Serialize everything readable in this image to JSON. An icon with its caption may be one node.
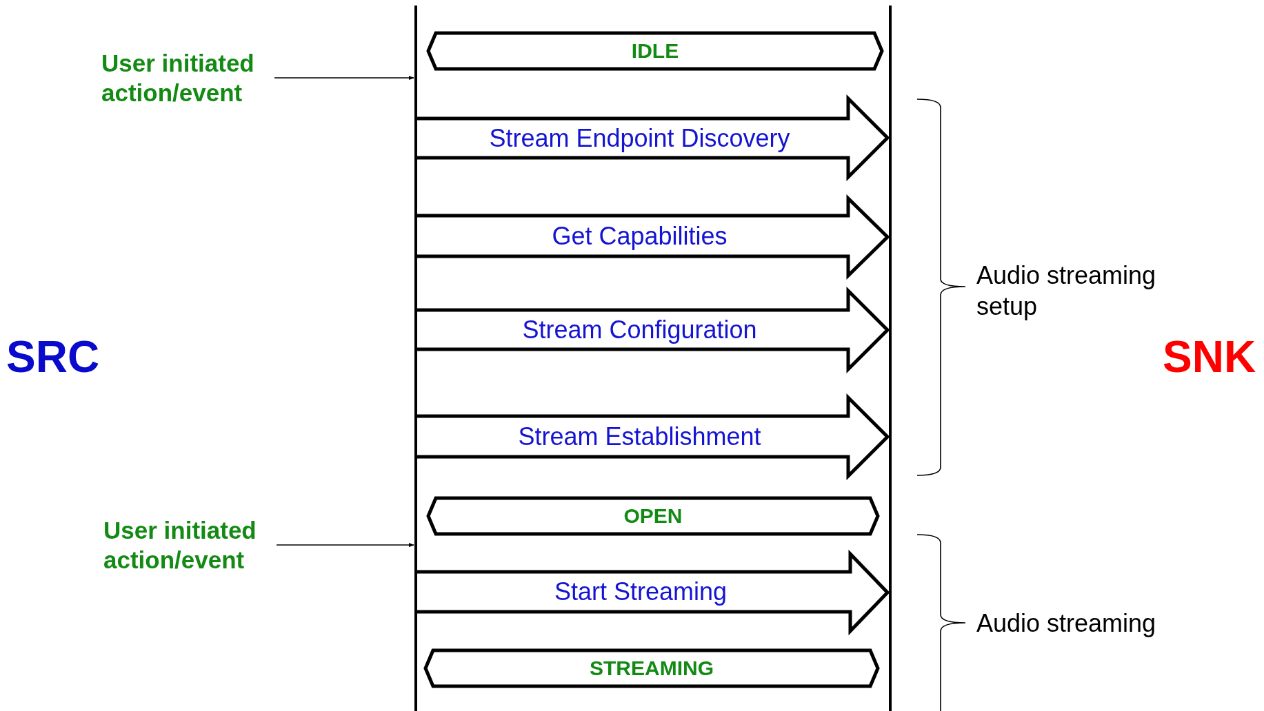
{
  "diagram": {
    "nodes": [
      {
        "text": [
          "User initiated action/event"
        ]
      },
      {
        "text": [],
        "shape": "bar"
      },
      {
        "text": [
          "IDLE"
        ]
      },
      {
        "text": [],
        "shape": "bar"
      },
      {
        "text": [
          "User initiated action/event"
        ]
      },
      {
        "text": [
          "OPEN"
        ]
      },
      {
        "text": [
          "STREAMING"
        ]
      }
    ],
    "edges": [
      {
        "from": 0,
        "to": 1,
        "arrow": "to"
      },
      {
        "from": 1,
        "to": 3,
        "arrow": "to",
        "label": "Stream Endpoint Discovery"
      },
      {
        "from": 1,
        "to": 3,
        "arrow": "to",
        "label": "Get Capabilities"
      },
      {
        "from": 1,
        "to": 3,
        "arrow": "to",
        "label": "Stream Configuration"
      },
      {
        "from": 1,
        "to": 3,
        "arrow": "to",
        "label": "Stream Establishment"
      },
      {
        "from": 4,
        "to": 1,
        "arrow": "to"
      },
      {
        "from": 1,
        "to": 3,
        "arrow": "to",
        "label": "Start Streaming"
      }
    ],
    "labels": [
      "Audio streaming setup",
      "SRC",
      "SNK",
      "Audio streaming"
    ]
  }
}
